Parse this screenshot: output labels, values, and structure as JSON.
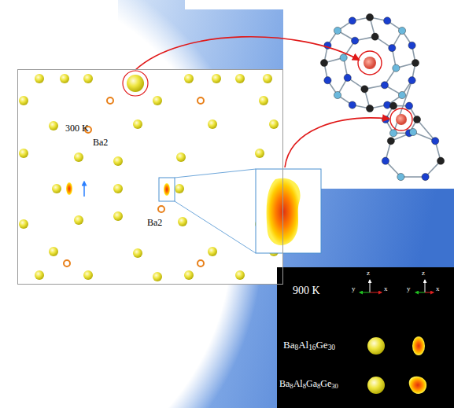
{
  "diagram": {
    "nodes": [
      {
        "text": [
          "300 K",
          "Ba2",
          "Ba2"
        ]
      },
      {
        "text": [
          "900 K",
          "z",
          "y",
          "x",
          "z",
          "y",
          "x",
          "Ba8Al16Ge30",
          "Ba8Al8Ga8Ge30"
        ]
      }
    ]
  }
}
